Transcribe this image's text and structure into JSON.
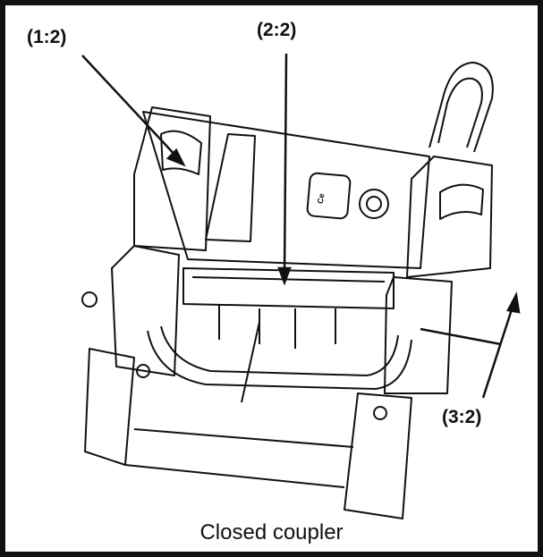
{
  "callouts": {
    "c1": "(1:2)",
    "c2": "(2:2)",
    "c3": "(3:2)"
  },
  "caption": "Closed coupler",
  "nameplate_text": "Ce",
  "colors": {
    "line": "#111111",
    "background": "#ffffff",
    "frame": "#111111"
  }
}
